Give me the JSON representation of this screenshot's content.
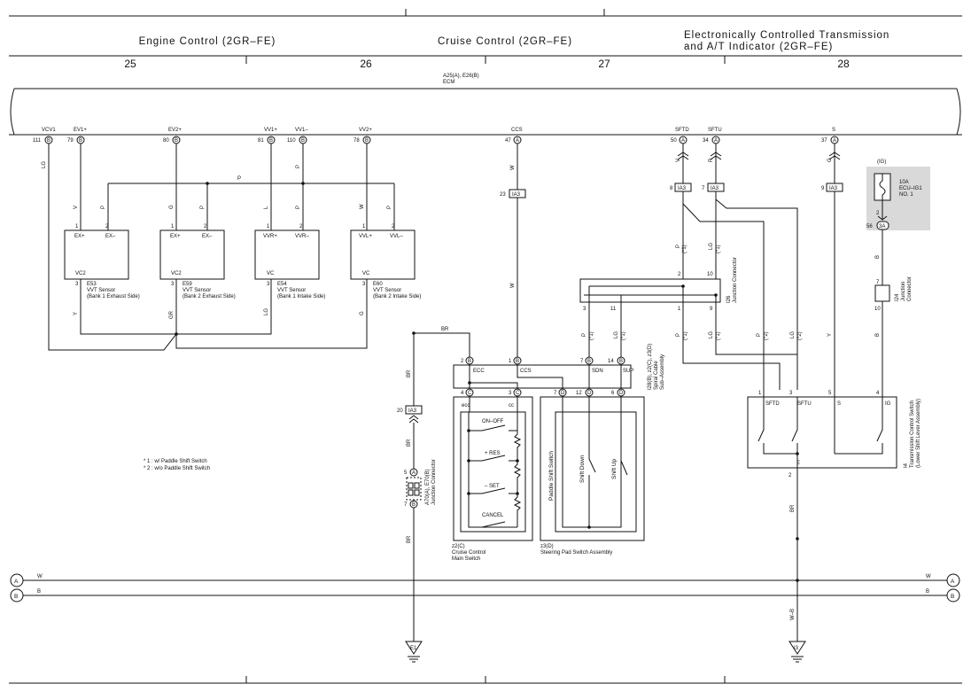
{
  "header": {
    "sections": [
      "Engine Control (2GR–FE)",
      "Cruise Control (2GR–FE)",
      "Electronically Controlled Transmission",
      "and A/T Indicator (2GR–FE)"
    ],
    "columns": [
      "25",
      "26",
      "27",
      "28"
    ]
  },
  "ecm": {
    "connector": "A25(A), E26(B)",
    "name": "ECM",
    "pins": [
      {
        "name": "VCV1",
        "pin": "111",
        "conn": "B"
      },
      {
        "name": "EV1+",
        "pin": "79",
        "conn": "B"
      },
      {
        "name": "EV2+",
        "pin": "80",
        "conn": "B"
      },
      {
        "name": "VV1+",
        "pin": "81",
        "conn": "B"
      },
      {
        "name": "VV1–",
        "pin": "110",
        "conn": "B"
      },
      {
        "name": "VV2+",
        "pin": "78",
        "conn": "B"
      },
      {
        "name": "CCS",
        "pin": "47",
        "conn": "A"
      },
      {
        "name": "SFTD",
        "pin": "50",
        "conn": "A"
      },
      {
        "name": "SFTU",
        "pin": "34",
        "conn": "A"
      },
      {
        "name": "S",
        "pin": "37",
        "conn": "A"
      }
    ]
  },
  "wires": {
    "LG": "LG",
    "V": "V",
    "P": "P",
    "G": "G",
    "L": "L",
    "W": "W",
    "Y": "Y",
    "GR": "GR",
    "BR": "BR",
    "R": "R",
    "B": "B",
    "WB": "W–B",
    "m1": "(*1)",
    "m2": "(*2)"
  },
  "sensors": [
    {
      "id": "E53",
      "name": "VVT Sensor",
      "desc": "(Bank 1 Exhaust Side)",
      "p1": "EX+",
      "p2": "EX–",
      "p3": "VC2"
    },
    {
      "id": "E59",
      "name": "VVT Sensor",
      "desc": "(Bank 2 Exhaust Side)",
      "p1": "EX+",
      "p2": "EX–",
      "p3": "VC2"
    },
    {
      "id": "E54",
      "name": "VVT Sensor",
      "desc": "(Bank 1 Intake Side)",
      "p1": "VVR+",
      "p2": "VVR–",
      "p3": "VC"
    },
    {
      "id": "E60",
      "name": "VVT Sensor",
      "desc": "(Bank 2 Intake Side)",
      "p1": "VVL+",
      "p2": "VVL–",
      "p3": "VC"
    }
  ],
  "pins": {
    "p1": "1",
    "p2": "2",
    "p3": "3",
    "p4": "4",
    "p5": "5",
    "p6": "6",
    "p7": "7",
    "p8": "8",
    "p9": "9",
    "p10": "10",
    "p11": "11",
    "p12": "12",
    "p14": "14",
    "p20": "20",
    "p23": "23",
    "p56": "56"
  },
  "conn": {
    "A": "A",
    "B": "B",
    "C": "C",
    "D": "D",
    "E": "E",
    "IA3": "IA3",
    "3A": "3A"
  },
  "notes": [
    "* 1 : w/ Paddle Shift Switch",
    "* 2 : w/o Paddle Shift Switch"
  ],
  "fuse": {
    "tag": "(IG)",
    "amp": "10A",
    "name": "ECU–IG1",
    "no": "NO. 1"
  },
  "jc_i26": {
    "id": "I26",
    "name": "Junction Connector"
  },
  "jc_i24": {
    "id": "I24",
    "name": "Junction",
    "name2": "Connector"
  },
  "jc_a70": {
    "id": "A70(A), E70(B)",
    "name": "Junction Connector"
  },
  "spiral": {
    "id": "I28(B), z2(C), z3(D)",
    "name": "Spiral Cable",
    "name2": "Sub–Assembly",
    "ecc": "ECC",
    "ccs": "CCS",
    "sdn": "SDN",
    "sup": "SUP"
  },
  "cruise_sw": {
    "id": "z2(C)",
    "name": "Cruise Control",
    "name2": "Main Switch",
    "onoff": "ON–OFF",
    "res": "+ RES",
    "set": "– SET",
    "cancel": "CANCEL",
    "ecc": "ecc",
    "cc": "cc"
  },
  "pad_sw": {
    "id": "z3(D)",
    "name": "Steering Pad Switch Assembly",
    "paddle": "Paddle Shift Switch",
    "down": "Shift Down",
    "up": "Shift Up"
  },
  "tcs": {
    "id": "I4",
    "name": "Transmission Control Switch",
    "desc": "(Lower Shift Lever Assembly)",
    "sftd": "SFTD",
    "sftu": "SFTU",
    "s": "S",
    "ig": "IG",
    "e": "E"
  },
  "grounds": {
    "e1": "E1",
    "i3": "I3"
  },
  "buses": [
    {
      "tag": "A",
      "wire": "W"
    },
    {
      "tag": "B",
      "wire": "B"
    }
  ]
}
